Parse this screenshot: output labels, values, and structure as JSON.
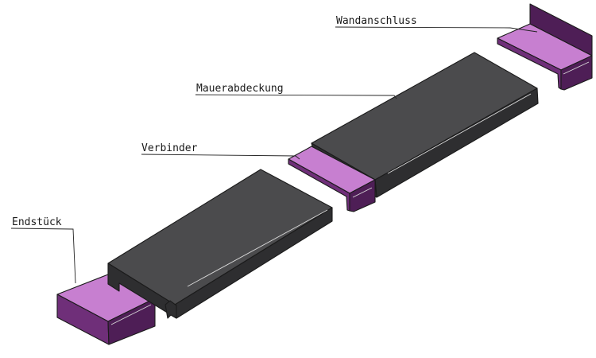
{
  "labels": {
    "wandanschluss": "Wandanschluss",
    "mauerabdeckung": "Mauerabdeckung",
    "verbinder": "Verbinder",
    "endstueck": "Endstück"
  },
  "colors": {
    "cover_top": "#4b4b4d",
    "cover_side": "#2e2e30",
    "accessory_top": "#c77fd0",
    "accessory_side": "#6f2f79",
    "accessory_dark": "#4e1e56"
  }
}
